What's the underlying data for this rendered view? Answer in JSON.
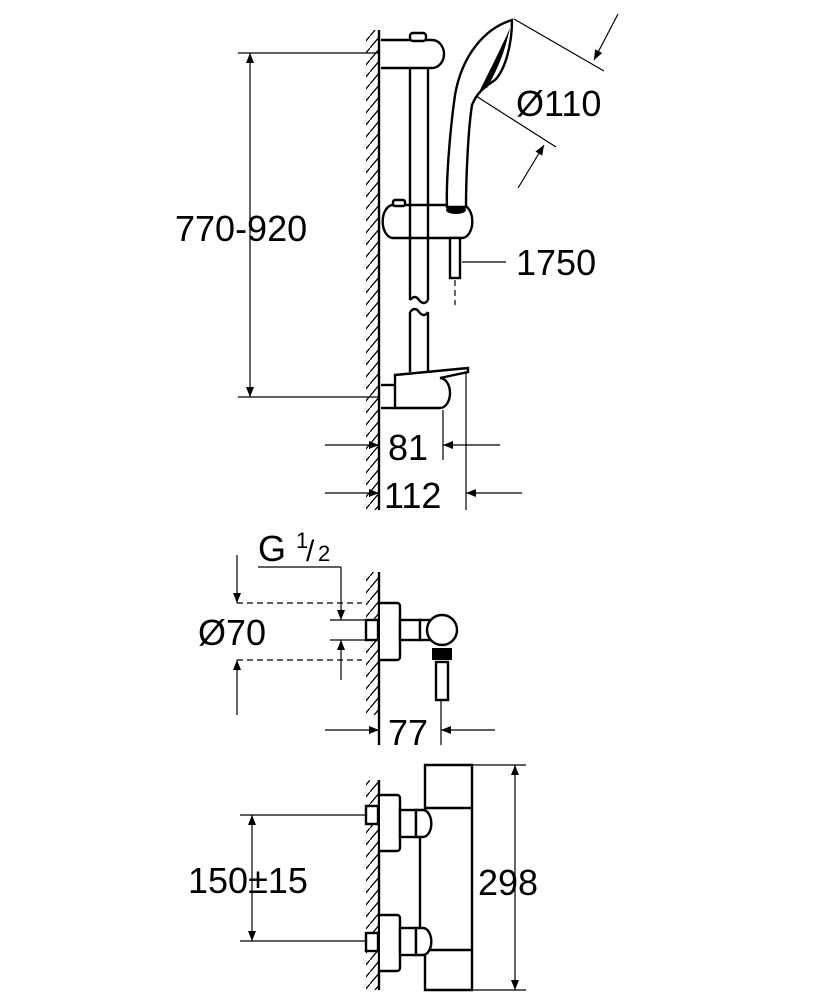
{
  "dimensions": {
    "rail_height": "770-920",
    "shower_head_diameter": "Ø110",
    "hose_length": "1750",
    "rail_depth": "81",
    "total_depth": "112",
    "thread_letter": "G",
    "thread_numerator": "1",
    "thread_slash": "/",
    "thread_denominator": "2",
    "connector_diameter": "Ø70",
    "outlet_depth": "77",
    "inlet_spacing": "150±15",
    "mixer_height": "298"
  }
}
